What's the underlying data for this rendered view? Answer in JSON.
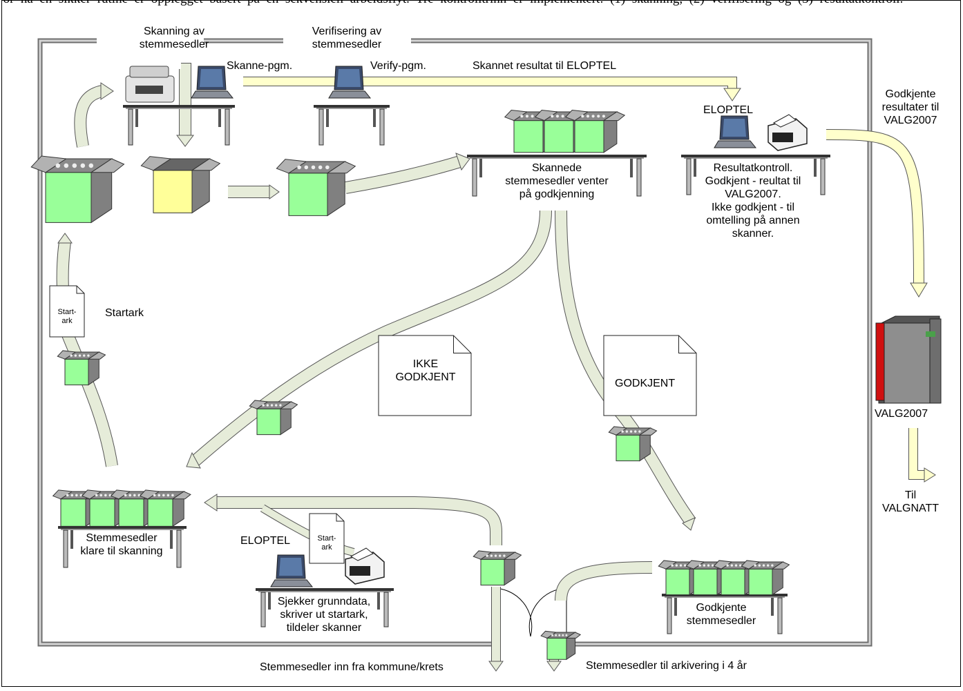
{
  "header_text": "For  ha  en  sikker  rutine  er  opplegget  basert  på  en  sekvensiell  arbeidsflyt.  Tre  kontrolltrinn  er  implementert:  (1)  skanning,  (2)  verifisering  og  (3)  resultatkontroll.",
  "labels": {
    "skanning": "Skanning av\nstemmesedler",
    "verifisering": "Verifisering av\nstemmesedler",
    "skanne_pgm": "Skanne-pgm.",
    "verify_pgm": "Verify-pgm.",
    "skannet_resultat": "Skannet resultat til ELOPTEL",
    "eloptel_top": "ELOPTEL",
    "godkjente_resultater": "Godkjente\nresultater til\nVALG2007",
    "skannede": "Skannede\nstemmesedler venter\npå godkjenning",
    "resultatkontroll": "Resultatkontroll.\nGodkjent - reultat til\nVALG2007.\nIkke godkjent - til\nomtelling på annen\nskanner.",
    "startark": "Startark",
    "startark_doc": "Start-\nark",
    "ikke_godkjent": "IKKE\nGODKJENT",
    "godkjent": "GODKJENT",
    "valg2007": "VALG2007",
    "til_valgnatt": "Til\nVALGNATT",
    "klare": "Stemmesedler\nklare til skanning",
    "eloptel_bottom": "ELOPTEL",
    "sjekker": "Sjekker grunndata,\nskriver ut startark,\ntildeler skanner",
    "godkjente_stemmesedler": "Godkjente\nstemmesedler",
    "inn_fra": "Stemmesedler inn fra kommune/krets",
    "til_arkivering": "Stemmesedler til arkivering i 4 år"
  },
  "colors": {
    "box_green": "#ccffcc",
    "box_green_bright": "#99ff99",
    "box_yellow": "#ffff99",
    "box_side": "#808080",
    "box_top": "#b2b2b2",
    "arrow_fill": "#e6ecd9",
    "arrow_yellow": "#ffffcc",
    "wall": "#9a9a9a",
    "server_red": "#d01010"
  }
}
